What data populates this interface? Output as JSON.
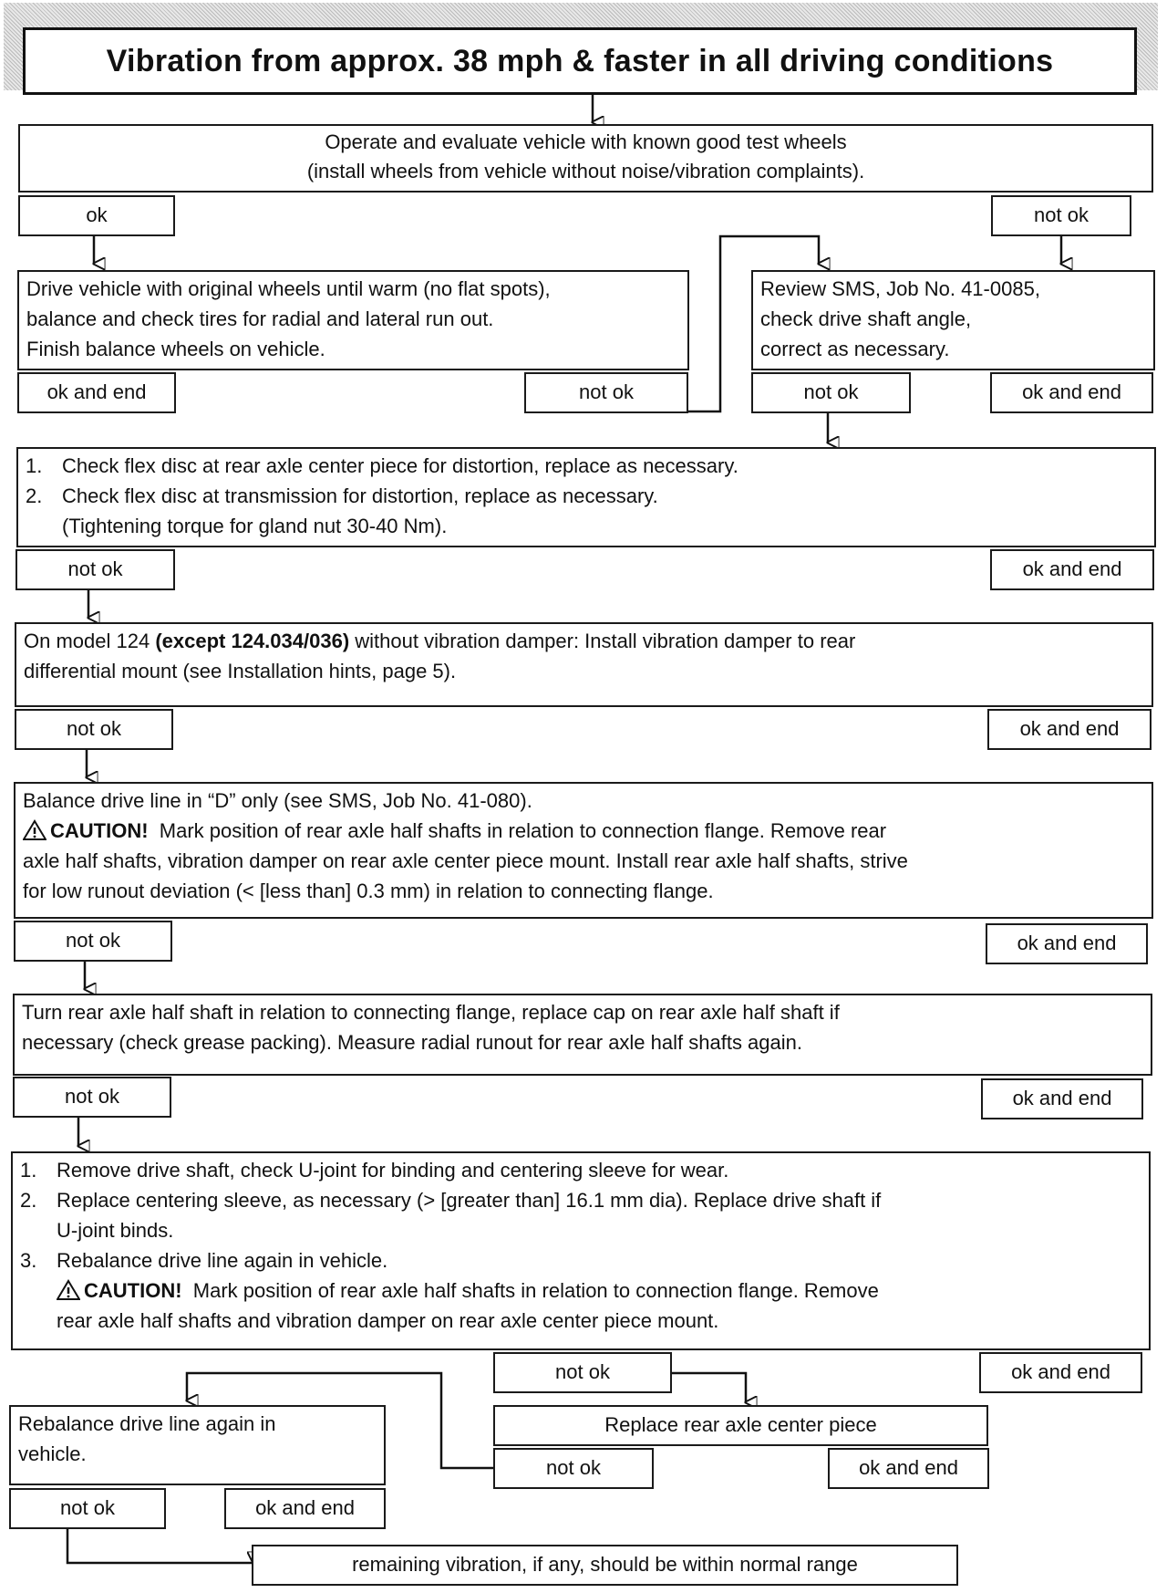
{
  "title": "Vibration from approx. 38 mph & faster in all driving conditions",
  "step1": {
    "line1": "Operate and evaluate vehicle with known good test wheels",
    "line2": "(install wheels from vehicle without noise/vibration complaints).",
    "ok": "ok",
    "not_ok": "not ok"
  },
  "step2a": {
    "line1": "Drive vehicle with original wheels until warm (no flat spots),",
    "line2": "balance and check tires for radial and lateral run out.",
    "line3": "Finish balance wheels on vehicle.",
    "ok_end": "ok and end",
    "not_ok": "not ok"
  },
  "step2b": {
    "line1": "Review SMS, Job No. 41-0085,",
    "line2": "check drive shaft angle,",
    "line3": "correct as necessary.",
    "not_ok": "not ok",
    "ok_end": "ok and end"
  },
  "step3": {
    "n1": "1.",
    "item1": "Check flex disc at rear axle center piece for distortion, replace as necessary.",
    "n2": "2.",
    "item2": "Check flex disc at transmission for distortion, replace as necessary.",
    "item2b": "(Tightening torque for gland nut 30-40 Nm).",
    "not_ok": "not ok",
    "ok_end": "ok and end"
  },
  "step4": {
    "prefix": "On model 124",
    "bold": "(except 124.034/036)",
    "rest": "without vibration damper: Install vibration damper to rear",
    "line2": "differential mount (see Installation hints, page 5).",
    "not_ok": "not ok",
    "ok_end": "ok and end"
  },
  "step5": {
    "line1": "Balance drive line in “D” only (see SMS, Job No. 41-080).",
    "caution": "CAUTION!",
    "line2": "Mark position of rear axle half shafts in relation to connection flange. Remove rear",
    "line3": "axle half shafts, vibration damper on rear axle center piece mount.  Install rear axle half shafts, strive",
    "line4": "for low runout deviation (< [less than] 0.3 mm) in relation to connecting flange.",
    "not_ok": "not ok",
    "ok_end": "ok and end"
  },
  "step6": {
    "line1": "Turn rear axle half shaft in relation to connecting flange, replace cap on rear axle half shaft if",
    "line2": "necessary (check grease packing).  Measure radial runout for rear axle half shafts again.",
    "not_ok": "not ok",
    "ok_end": "ok and end"
  },
  "step7": {
    "n1": "1.",
    "item1": "Remove drive shaft, check U-joint for binding and centering sleeve for wear.",
    "n2": "2.",
    "item2": "Replace centering sleeve, as necessary (> [greater than] 16.1 mm dia). Replace drive shaft if",
    "item2b": "U-joint binds.",
    "n3": "3.",
    "item3": "Rebalance drive line again in vehicle.",
    "caution": "CAUTION!",
    "item3b": "Mark position of rear axle half shafts in relation to connection flange.  Remove",
    "item3c": "rear axle half shafts and vibration damper on rear axle center piece mount.",
    "not_ok": "not ok",
    "ok_end": "ok and end"
  },
  "step8a": {
    "line1": "Rebalance drive line again in",
    "line2": "vehicle.",
    "not_ok": "not ok",
    "ok_end": "ok and end"
  },
  "step8b": {
    "line1": "Replace rear axle center piece",
    "not_ok": "not ok",
    "ok_end": "ok and end"
  },
  "final": "remaining vibration, if any, should be within normal range"
}
